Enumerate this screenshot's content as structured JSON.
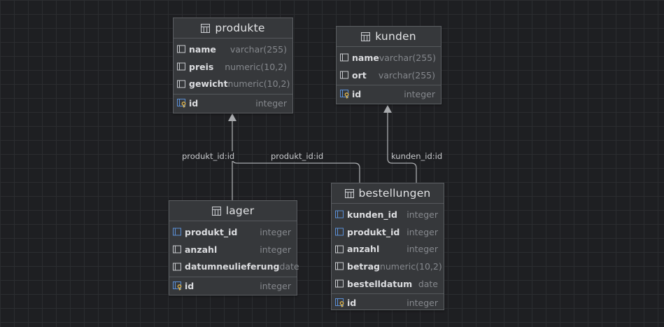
{
  "tables": {
    "produkte": {
      "title": "produkte",
      "columns": [
        {
          "name": "name",
          "type": "varchar(255)"
        },
        {
          "name": "preis",
          "type": "numeric(10,2)"
        },
        {
          "name": "gewicht",
          "type": "numeric(10,2)"
        }
      ],
      "pk": {
        "name": "id",
        "type": "integer"
      }
    },
    "kunden": {
      "title": "kunden",
      "columns": [
        {
          "name": "name",
          "type": "varchar(255)"
        },
        {
          "name": "ort",
          "type": "varchar(255)"
        }
      ],
      "pk": {
        "name": "id",
        "type": "integer"
      }
    },
    "lager": {
      "title": "lager",
      "columns": [
        {
          "name": "produkt_id",
          "type": "integer",
          "fk": true
        },
        {
          "name": "anzahl",
          "type": "integer"
        },
        {
          "name": "datumneulieferung",
          "type": "date"
        }
      ],
      "pk": {
        "name": "id",
        "type": "integer"
      }
    },
    "bestellungen": {
      "title": "bestellungen",
      "columns": [
        {
          "name": "kunden_id",
          "type": "integer",
          "fk": true
        },
        {
          "name": "produkt_id",
          "type": "integer",
          "fk": true
        },
        {
          "name": "anzahl",
          "type": "integer"
        },
        {
          "name": "betrag",
          "type": "numeric(10,2)"
        },
        {
          "name": "bestelldatum",
          "type": "date"
        }
      ],
      "pk": {
        "name": "id",
        "type": "integer"
      }
    }
  },
  "relations": {
    "lager_produkt": "produkt_id:id",
    "bestellungen_produkt": "produkt_id:id",
    "bestellungen_kunden": "kunden_id:id"
  },
  "colors": {
    "background": "#1e1f22",
    "table_bg": "#36383b",
    "edge": "#a9abae",
    "key_icon": "#e0b54d",
    "fk_icon": "#5b8fd6"
  }
}
